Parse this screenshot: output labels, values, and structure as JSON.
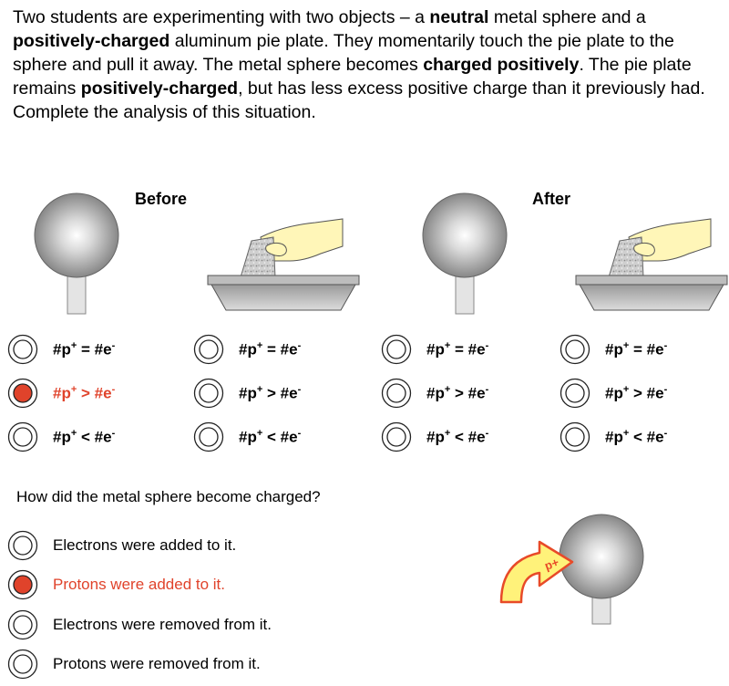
{
  "intro": {
    "p1": "Two students are experimenting with two objects – a ",
    "b1": "neutral",
    "p2": " metal sphere and a ",
    "b2": "positively-charged",
    "p3": " aluminum pie plate. They momentarily touch the pie plate to the sphere and pull it away. The metal sphere becomes ",
    "b3": "charged positively",
    "p4": ". The pie plate remains ",
    "b4": "positively-charged",
    "p5": ", but has less excess positive charge than it previously had. Complete the analysis of this situation."
  },
  "headings": {
    "before": "Before",
    "after": "After"
  },
  "symbols": {
    "p": "#p",
    "e": "#e",
    "plus": "+",
    "minus": "-",
    "eq": " = ",
    "gt": " > ",
    "lt": " < "
  },
  "columns": [
    {
      "name": "sphere-before",
      "selected": 1
    },
    {
      "name": "plate-before",
      "selected": -1
    },
    {
      "name": "sphere-after",
      "selected": -1
    },
    {
      "name": "plate-after",
      "selected": -1
    }
  ],
  "question": "How did the metal sphere become charged?",
  "answers": [
    {
      "label": "Electrons were added to it.",
      "selected": false
    },
    {
      "label": "Protons were added to it.",
      "selected": true
    },
    {
      "label": "Electrons were removed from it.",
      "selected": false
    },
    {
      "label": "Protons were removed from it.",
      "selected": false
    }
  ],
  "arrow_label": "p+",
  "colors": {
    "accent": "#e0432b",
    "arrow_fill": "#fff27a",
    "arrow_stroke": "#e84a28",
    "hand": "#fff6b8"
  }
}
